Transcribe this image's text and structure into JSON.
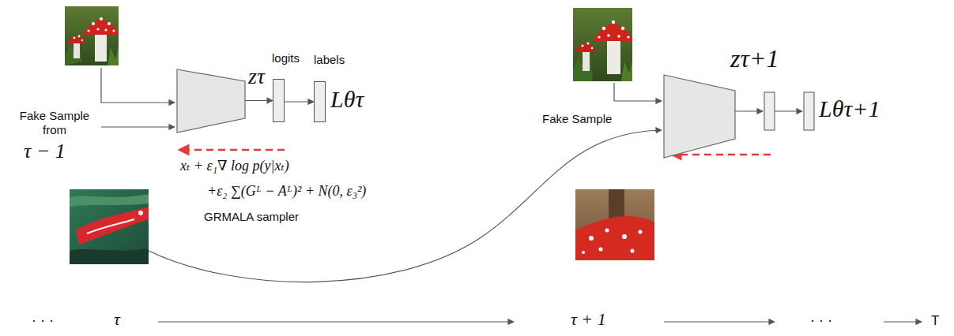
{
  "diagram": {
    "nodes": [
      {
        "text": [
          "zτ"
        ]
      },
      {
        "text": [
          "logits"
        ]
      },
      {
        "text": [
          "labels"
        ]
      },
      {
        "text": [
          "zτ+1"
        ]
      }
    ],
    "edges": [
      {
        "from": 0,
        "to": 1,
        "arrow": "to"
      },
      {
        "from": 1,
        "to": 2,
        "arrow": "to"
      }
    ],
    "labels": [
      "Lθτ",
      "Fake Sample from",
      "τ − 1",
      "xₜ + ε₁∇ log p(y|xₜ)",
      "+ε₂ ∑(Gᴸ − Aᴸ)² + N(0, ε₃²)",
      "GRMALA sampler",
      "Fake Sample",
      "Lθτ+1",
      "· · ·",
      "τ",
      "τ + 1",
      "· · ·",
      "T"
    ]
  }
}
